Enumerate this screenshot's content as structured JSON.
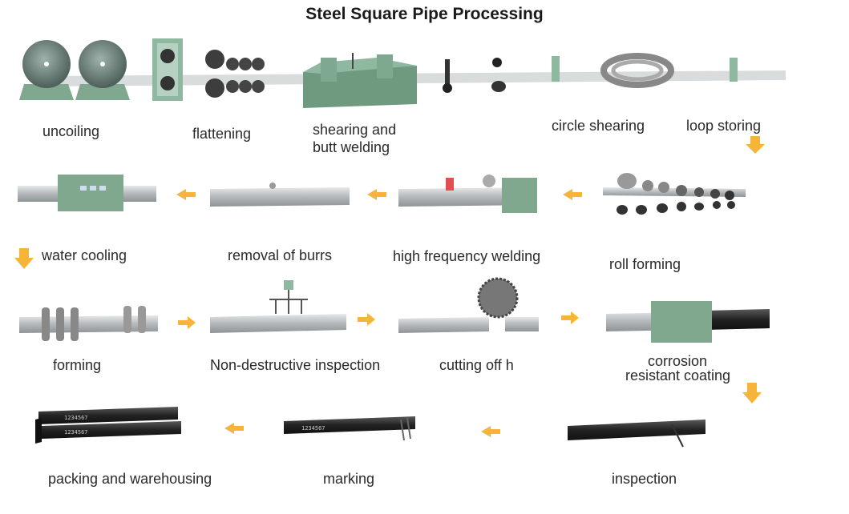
{
  "title": "Steel Square Pipe Processing",
  "steps": [
    {
      "label": "uncoiling"
    },
    {
      "label": "flattening"
    },
    {
      "label": "shearing and",
      "label2": "butt welding"
    },
    {
      "label": "circle shearing"
    },
    {
      "label": "loop storing"
    },
    {
      "label": "roll forming"
    },
    {
      "label": "high frequency welding"
    },
    {
      "label": "removal of burrs"
    },
    {
      "label": "water cooling"
    },
    {
      "label": "forming"
    },
    {
      "label": "Non-destructive inspection"
    },
    {
      "label": "cutting off h"
    },
    {
      "label": "corrosion",
      "label2": "resistant coating"
    },
    {
      "label": "inspection"
    },
    {
      "label": "marking"
    },
    {
      "label": "packing and warehousing"
    }
  ],
  "pipe_marking": "1234567",
  "colors": {
    "machine": "#7fa88f",
    "machine_dark": "#5e8a70",
    "steel": "#b9bcbe",
    "arrow": "#f6b43a",
    "coating": "#2b2b2b"
  }
}
